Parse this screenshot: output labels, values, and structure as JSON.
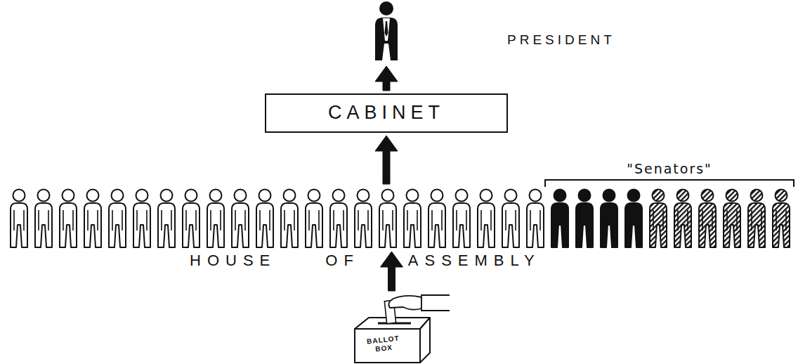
{
  "diagram": {
    "nodes": [
      {
        "text": [
          "PRESIDENT"
        ]
      },
      {
        "text": [
          "CABINET"
        ]
      },
      {
        "text": [
          "HOUSE OF ASSEMBLY"
        ]
      },
      {
        "text": [
          "BALLOT BOX"
        ]
      }
    ],
    "edges": [
      {
        "from": 3,
        "to": 2,
        "arrow": "to"
      },
      {
        "from": 2,
        "to": 1,
        "arrow": "to"
      },
      {
        "from": 1,
        "to": 0,
        "arrow": "to"
      }
    ],
    "labels": [
      "\"Senators\""
    ]
  }
}
